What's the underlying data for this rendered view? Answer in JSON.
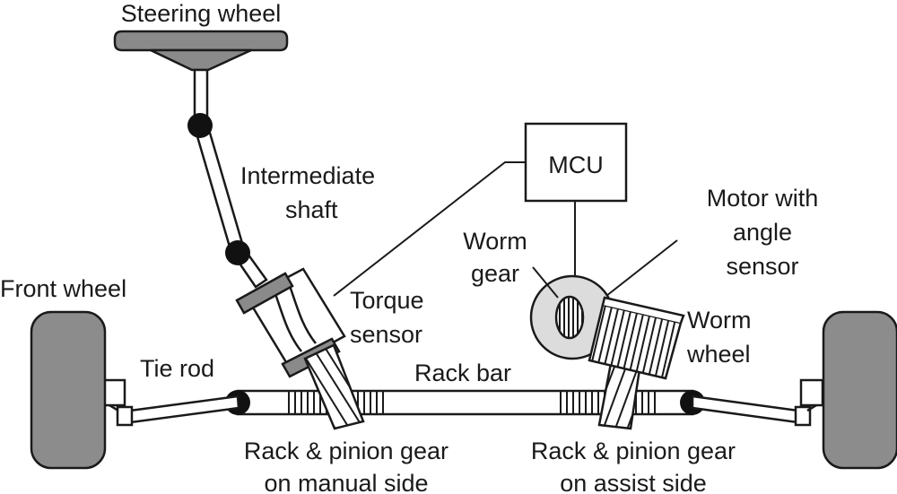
{
  "labels": {
    "steering_wheel": "Steering wheel",
    "intermediate_shaft": [
      "Intermediate",
      "shaft"
    ],
    "mcu": "MCU",
    "motor": [
      "Motor with",
      "angle",
      "sensor"
    ],
    "worm_gear": [
      "Worm",
      "gear"
    ],
    "front_wheel": "Front wheel",
    "torque_sensor": [
      "Torque",
      "sensor"
    ],
    "worm_wheel": [
      "Worm",
      "wheel"
    ],
    "tie_rod": "Tie rod",
    "rack_bar": "Rack bar",
    "rack_pinion_manual": [
      "Rack & pinion gear",
      "on manual side"
    ],
    "rack_pinion_assist": [
      "Rack & pinion gear",
      "on assist side"
    ]
  },
  "colors": {
    "line": "#1a1a1a",
    "joint": "#111111",
    "tire": "#8c8c8c",
    "steering_wheel": "#8a8a8a",
    "sensor_ring": "#8a8a8a",
    "motor_ring": "#dcdcdc",
    "background": "#ffffff"
  }
}
